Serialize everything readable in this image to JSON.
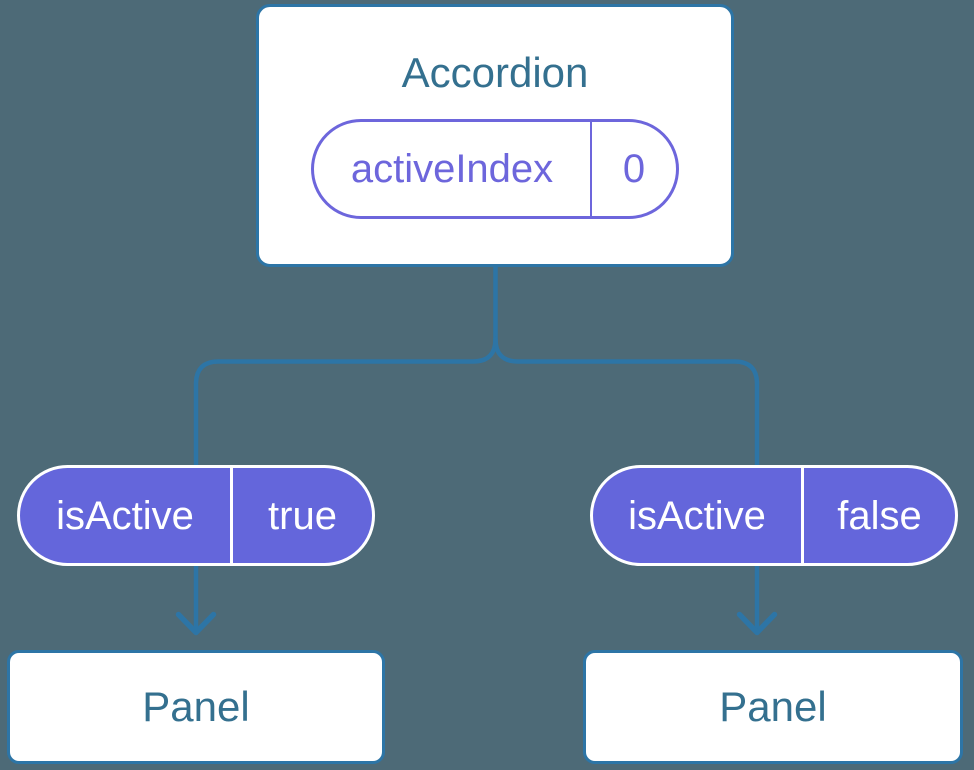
{
  "colors": {
    "background": "#4d6a77",
    "line_blue": "#2d75a6",
    "heading_blue": "#34708f",
    "purple_fill": "#6466db",
    "purple_accent": "#6d66dc",
    "white": "#ffffff"
  },
  "root_component": {
    "title": "Accordion",
    "state_pill": {
      "name": "activeIndex",
      "value": "0"
    }
  },
  "prop_pills": [
    {
      "name": "isActive",
      "value": "true"
    },
    {
      "name": "isActive",
      "value": "false"
    }
  ],
  "child_components": [
    {
      "title": "Panel"
    },
    {
      "title": "Panel"
    }
  ]
}
